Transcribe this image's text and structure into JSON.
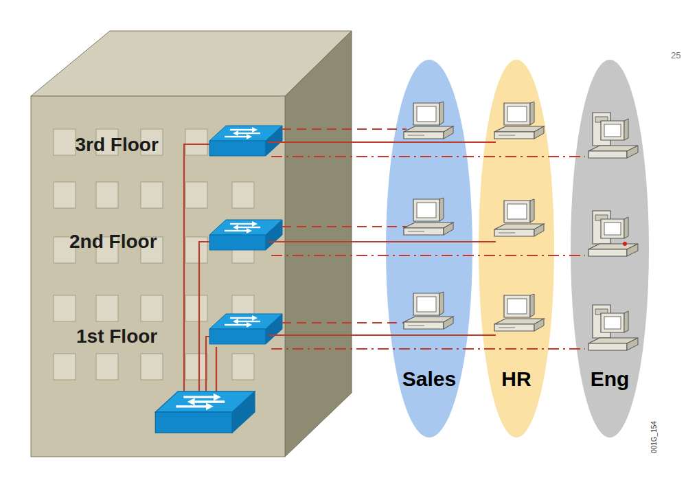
{
  "diagram": {
    "nodes": [
      {
        "text": [
          "Sales"
        ]
      },
      {
        "text": [
          "HR"
        ]
      },
      {
        "text": [
          "Eng"
        ]
      }
    ],
    "labels": [
      "3rd Floor",
      "2nd Floor",
      "1st Floor",
      "25",
      "001G_154"
    ]
  }
}
